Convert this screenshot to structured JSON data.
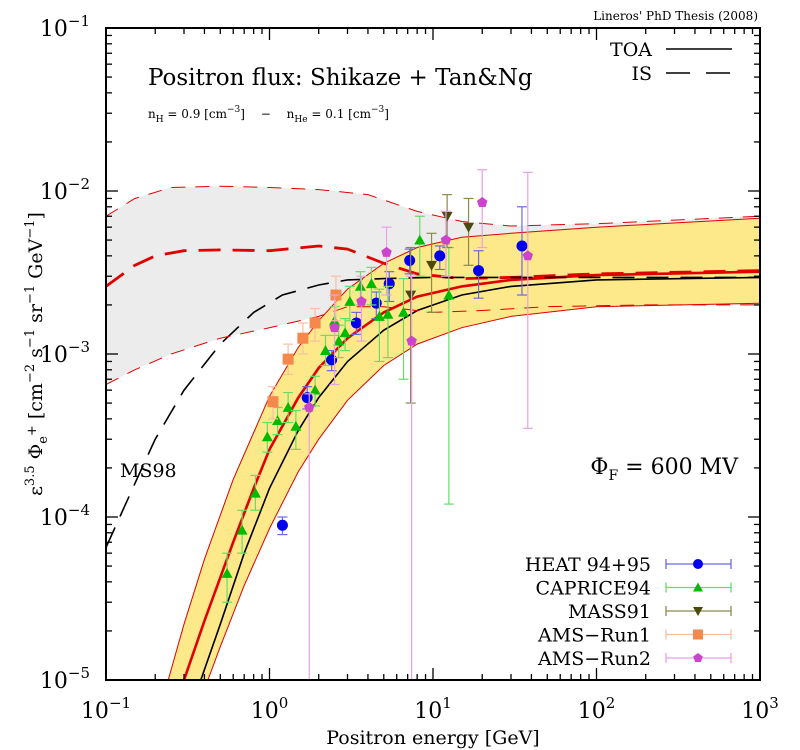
{
  "chart_data": {
    "type": "scatter",
    "title": "Positron flux: Shikaze + Tan&Ng",
    "subtitle": "n_H = 0.9 [cm^-3]  -  n_He = 0.1 [cm^-3]",
    "credit": "Lineros' PhD Thesis (2008)",
    "xlabel": "Positron energy [GeV]",
    "ylabel": "ε^3.5 Φ_e+ [cm^-2 s^-1 sr^-1 GeV^-1]",
    "xscale": "log",
    "yscale": "log",
    "xlim": [
      0.1,
      1000
    ],
    "ylim": [
      1e-05,
      0.1
    ],
    "x_ticks": [
      "10^-1",
      "10^0",
      "10^1",
      "10^2",
      "10^3"
    ],
    "y_ticks": [
      "10^-5",
      "10^-4",
      "10^-3",
      "10^-2",
      "10^-1"
    ],
    "annotations": [
      {
        "text": "Φ_F = 600 MV",
        "x": 300,
        "y": 0.00025
      },
      {
        "text": "MS98",
        "x": 0.18,
        "y": 0.00023
      }
    ],
    "line_legend": [
      {
        "label": "TOA",
        "style": "solid"
      },
      {
        "label": "IS",
        "style": "dashed"
      }
    ],
    "curves": [
      {
        "name": "TOA median",
        "color": "#e00000",
        "style": "solid",
        "x": [
          0.3,
          0.4,
          0.6,
          0.8,
          1.0,
          1.5,
          2,
          3,
          5,
          8,
          15,
          30,
          100,
          1000
        ],
        "y": [
          1e-05,
          2.3e-05,
          7e-05,
          0.00015,
          0.00026,
          0.00054,
          0.00082,
          0.00125,
          0.0018,
          0.00225,
          0.0026,
          0.00285,
          0.00305,
          0.0032
        ]
      },
      {
        "name": "TOA MS98",
        "color": "#000000",
        "style": "solid",
        "x": [
          0.38,
          0.5,
          0.7,
          1.0,
          1.5,
          2,
          3,
          5,
          8,
          15,
          30,
          100,
          1000
        ],
        "y": [
          1e-05,
          2.2e-05,
          6e-05,
          0.00015,
          0.00034,
          0.00054,
          0.0009,
          0.0014,
          0.00185,
          0.0023,
          0.0026,
          0.00285,
          0.00295
        ]
      },
      {
        "name": "IS median",
        "color": "#e00000",
        "style": "dashed",
        "x": [
          0.1,
          0.15,
          0.2,
          0.3,
          0.5,
          1,
          2,
          3,
          5,
          8,
          15,
          30,
          100,
          1000
        ],
        "y": [
          0.0026,
          0.0035,
          0.004,
          0.0043,
          0.00435,
          0.0043,
          0.0046,
          0.0044,
          0.0036,
          0.0031,
          0.0029,
          0.00295,
          0.0031,
          0.00325
        ]
      },
      {
        "name": "IS MS98",
        "color": "#000000",
        "style": "dashed",
        "x": [
          0.1,
          0.15,
          0.2,
          0.3,
          0.5,
          0.8,
          1.2,
          2,
          3,
          5,
          10,
          30,
          100,
          1000
        ],
        "y": [
          6.5e-05,
          0.00016,
          0.0003,
          0.0006,
          0.00115,
          0.0018,
          0.0023,
          0.00265,
          0.00285,
          0.0029,
          0.00295,
          0.00295,
          0.00295,
          0.00295
        ]
      },
      {
        "name": "IS band upper",
        "color": "#e00000",
        "style": "dashed-thin",
        "x": [
          0.1,
          0.15,
          0.25,
          0.5,
          1,
          2,
          4,
          8,
          15,
          30,
          100,
          1000
        ],
        "y": [
          0.007,
          0.009,
          0.0105,
          0.0107,
          0.0105,
          0.0102,
          0.0095,
          0.0075,
          0.0065,
          0.0061,
          0.0063,
          0.007
        ]
      },
      {
        "name": "IS band lower",
        "color": "#e00000",
        "style": "dashed-thin",
        "x": [
          0.1,
          0.15,
          0.25,
          0.5,
          1,
          2,
          3,
          5,
          10,
          20,
          50,
          200,
          1000
        ],
        "y": [
          0.00065,
          0.0008,
          0.001,
          0.00125,
          0.00145,
          0.0017,
          0.00195,
          0.00195,
          0.0018,
          0.00185,
          0.00195,
          0.002,
          0.002
        ]
      },
      {
        "name": "TOA band upper",
        "color": "#e00000",
        "style": "solid-thin",
        "x": [
          0.24,
          0.3,
          0.4,
          0.6,
          0.8,
          1.0,
          1.5,
          2,
          3,
          5,
          8,
          15,
          30,
          100,
          1000
        ],
        "y": [
          1e-05,
          2.2e-05,
          5.5e-05,
          0.00017,
          0.00033,
          0.00055,
          0.0011,
          0.0016,
          0.0025,
          0.0036,
          0.0045,
          0.0052,
          0.0055,
          0.006,
          0.0068
        ]
      },
      {
        "name": "TOA band lower",
        "color": "#e00000",
        "style": "solid-thin",
        "x": [
          0.42,
          0.5,
          0.7,
          1.0,
          1.5,
          2,
          3,
          5,
          8,
          15,
          30,
          100,
          1000
        ],
        "y": [
          1e-05,
          1.6e-05,
          3.8e-05,
          8.5e-05,
          0.00019,
          0.0003,
          0.00052,
          0.00085,
          0.00115,
          0.00145,
          0.0017,
          0.00195,
          0.00205
        ]
      }
    ],
    "series": [
      {
        "name": "HEAT 94+95",
        "marker": "circle",
        "color": "#0000ee",
        "errcolor": "#6a6ae0",
        "points": [
          {
            "x": 1.2,
            "y": 8.9e-05,
            "ylo": 7.8e-05,
            "yhi": 0.0001
          },
          {
            "x": 1.7,
            "y": 0.00054,
            "ylo": 0.00046,
            "yhi": 0.00063
          },
          {
            "x": 2.4,
            "y": 0.00092,
            "ylo": 0.00079,
            "yhi": 0.00105
          },
          {
            "x": 3.4,
            "y": 0.00155,
            "ylo": 0.00132,
            "yhi": 0.0018
          },
          {
            "x": 4.5,
            "y": 0.00205,
            "ylo": 0.00165,
            "yhi": 0.0024
          },
          {
            "x": 5.4,
            "y": 0.0027,
            "ylo": 0.0021,
            "yhi": 0.0032
          },
          {
            "x": 7.2,
            "y": 0.00375,
            "ylo": 0.0031,
            "yhi": 0.0044
          },
          {
            "x": 11,
            "y": 0.004,
            "ylo": 0.0033,
            "yhi": 0.0046
          },
          {
            "x": 19,
            "y": 0.00325,
            "ylo": 0.0022,
            "yhi": 0.0043
          },
          {
            "x": 35,
            "y": 0.0046,
            "ylo": 0.0023,
            "yhi": 0.008
          }
        ]
      },
      {
        "name": "CAPRICE94",
        "marker": "triangle-up",
        "color": "#00bb00",
        "errcolor": "#66dd66",
        "points": [
          {
            "x": 0.55,
            "y": 4.5e-05,
            "ylo": 3e-05,
            "yhi": 6e-05
          },
          {
            "x": 0.68,
            "y": 8.3e-05,
            "ylo": 6e-05,
            "yhi": 0.00011
          },
          {
            "x": 0.82,
            "y": 0.00014,
            "ylo": 0.00011,
            "yhi": 0.00018
          },
          {
            "x": 0.97,
            "y": 0.00031,
            "ylo": 0.00025,
            "yhi": 0.00038
          },
          {
            "x": 1.12,
            "y": 0.00039,
            "ylo": 0.00032,
            "yhi": 0.00047
          },
          {
            "x": 1.3,
            "y": 0.00047,
            "ylo": 0.00038,
            "yhi": 0.00058
          },
          {
            "x": 1.45,
            "y": 0.00036,
            "ylo": 0.00026,
            "yhi": 0.00045
          },
          {
            "x": 1.9,
            "y": 0.0006,
            "ylo": 0.00048,
            "yhi": 0.00073
          },
          {
            "x": 2.2,
            "y": 0.00105,
            "ylo": 0.00085,
            "yhi": 0.0013
          },
          {
            "x": 2.5,
            "y": 0.0016,
            "ylo": 0.0013,
            "yhi": 0.00195
          },
          {
            "x": 2.65,
            "y": 0.0012,
            "ylo": 0.00095,
            "yhi": 0.0015
          },
          {
            "x": 2.9,
            "y": 0.00135,
            "ylo": 0.00105,
            "yhi": 0.00165
          },
          {
            "x": 3.1,
            "y": 0.0021,
            "ylo": 0.0016,
            "yhi": 0.0026
          },
          {
            "x": 3.6,
            "y": 0.0026,
            "ylo": 0.002,
            "yhi": 0.0032
          },
          {
            "x": 4.2,
            "y": 0.0027,
            "ylo": 0.002,
            "yhi": 0.0034
          },
          {
            "x": 4.7,
            "y": 0.0017,
            "ylo": 0.0009,
            "yhi": 0.0025
          },
          {
            "x": 5.3,
            "y": 0.00175,
            "ylo": 0.00095,
            "yhi": 0.0026
          },
          {
            "x": 6.6,
            "y": 0.0018,
            "ylo": 0.0007,
            "yhi": 0.0029
          },
          {
            "x": 8.3,
            "y": 0.005,
            "ylo": 0.003,
            "yhi": 0.007
          },
          {
            "x": 12.5,
            "y": 0.0023,
            "ylo": 0.00012,
            "yhi": 0.0045
          }
        ]
      },
      {
        "name": "MASS91",
        "marker": "triangle-down",
        "color": "#4a4a10",
        "errcolor": "#8a8a4a",
        "points": [
          {
            "x": 7.3,
            "y": 0.0023,
            "ylo": 0.0005,
            "yhi": 0.0045
          },
          {
            "x": 9.8,
            "y": 0.0035,
            "ylo": 0.0018,
            "yhi": 0.0055
          },
          {
            "x": 12.2,
            "y": 0.007,
            "ylo": 0.0045,
            "yhi": 0.0095
          },
          {
            "x": 16.5,
            "y": 0.006,
            "ylo": 0.0035,
            "yhi": 0.009
          }
        ]
      },
      {
        "name": "AMS-Run1",
        "marker": "square",
        "color": "#f5884a",
        "errcolor": "#f8c0a0",
        "points": [
          {
            "x": 1.05,
            "y": 0.00051,
            "ylo": 0.0004,
            "yhi": 0.00063
          },
          {
            "x": 1.3,
            "y": 0.00093,
            "ylo": 0.00075,
            "yhi": 0.00115
          },
          {
            "x": 1.6,
            "y": 0.00125,
            "ylo": 0.001,
            "yhi": 0.00155
          },
          {
            "x": 1.9,
            "y": 0.00155,
            "ylo": 0.0012,
            "yhi": 0.0019
          },
          {
            "x": 2.55,
            "y": 0.0023,
            "ylo": 0.0016,
            "yhi": 0.003
          }
        ]
      },
      {
        "name": "AMS-Run2",
        "marker": "pentagon",
        "color": "#cc44cc",
        "errcolor": "#e8a0e8",
        "points": [
          {
            "x": 1.75,
            "y": 0.00047,
            "ylo": 1e-05,
            "yhi": 0.00057
          },
          {
            "x": 2.5,
            "y": 0.00145,
            "ylo": 0.00065,
            "yhi": 0.0023
          },
          {
            "x": 3.65,
            "y": 0.0021,
            "ylo": 0.0012,
            "yhi": 0.003
          },
          {
            "x": 5.2,
            "y": 0.0042,
            "ylo": 0.0023,
            "yhi": 0.006
          },
          {
            "x": 7.4,
            "y": 0.0012,
            "ylo": 1e-05,
            "yhi": 0.003
          },
          {
            "x": 12,
            "y": 0.005,
            "ylo": 0.003,
            "yhi": 0.0075
          },
          {
            "x": 20,
            "y": 0.0085,
            "ylo": 0.0045,
            "yhi": 0.0135
          },
          {
            "x": 38,
            "y": 0.004,
            "ylo": 0.00035,
            "yhi": 0.013
          }
        ]
      }
    ],
    "legend_position": "lower right"
  },
  "labels": {
    "title": "Positron flux: Shikaze + Tan&Ng",
    "subtitle_nh": "n",
    "subtitle_nh_sub": "H",
    "subtitle_nh_val": " = 0.9 [cm",
    "subtitle_exp": "−3",
    "subtitle_close": "]",
    "subtitle_dash": "−",
    "subtitle_nhe": "n",
    "subtitle_nhe_sub": "He",
    "subtitle_nhe_val": " = 0.1 [cm",
    "credit": "Lineros' PhD Thesis (2008)",
    "xlabel": "Positron energy [GeV]",
    "ylabel_eps": "ε",
    "ylabel_eps_sup": "3.5",
    "ylabel_phi": " Φ",
    "ylabel_phi_sub": "e",
    "ylabel_phi_subsup": "+",
    "ylabel_units1": " [cm",
    "ylabel_sup1": "−2",
    "ylabel_units2": " s",
    "ylabel_sup2": "−1",
    "ylabel_units3": " sr",
    "ylabel_sup3": "−1",
    "ylabel_units4": " GeV",
    "ylabel_sup4": "−1",
    "ylabel_units5": "]",
    "phi_f_label": "Φ",
    "phi_f_sub": "F",
    "phi_f_value": " = 600 MV",
    "ms98": "MS98",
    "toa": "TOA",
    "is": "IS",
    "tick_base": "10",
    "x_tick_exps": [
      "−1",
      "0",
      "1",
      "2",
      "3"
    ],
    "y_tick_exps": [
      "−1",
      "−2",
      "−3",
      "−4",
      "−5"
    ]
  },
  "colors": {
    "band_toa": "#fde98a",
    "band_is": "#ececec",
    "red": "#e80000",
    "black": "#000000"
  }
}
